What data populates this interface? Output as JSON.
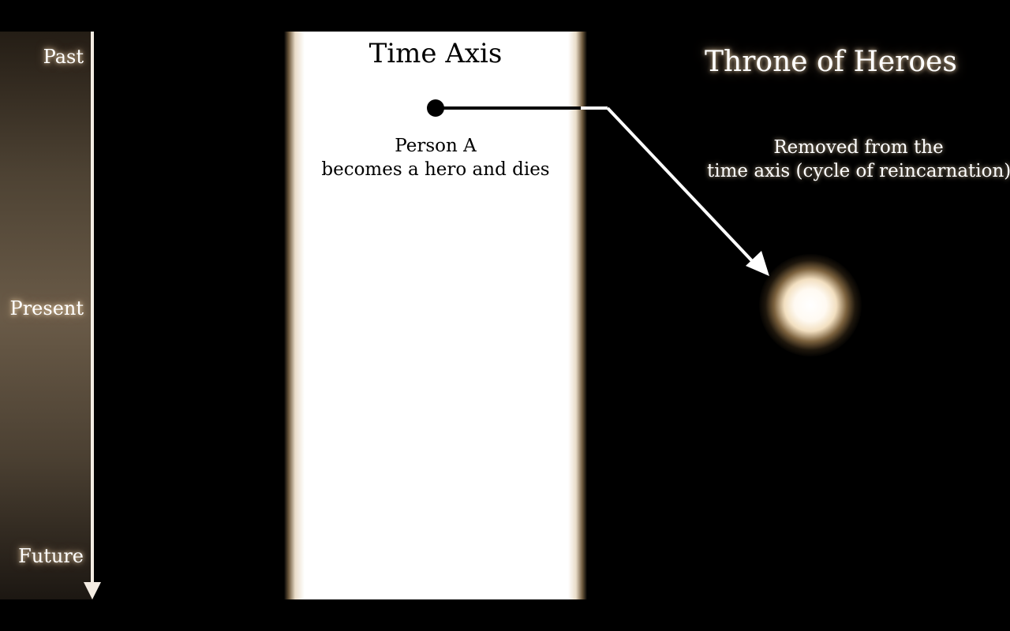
{
  "timeline": {
    "past": "Past",
    "present": "Present",
    "future": "Future"
  },
  "time_axis": {
    "title": "Time Axis",
    "person_line1": "Person A",
    "person_line2": "becomes a hero and dies"
  },
  "throne": {
    "title": "Throne of Heroes",
    "note_line1": "Removed from the",
    "note_line2": "time axis (cycle of reincarnation)"
  },
  "colors": {
    "background": "#000000",
    "band": "#ffffff",
    "glow": "#f2dfc0",
    "timeline_line": "#f3ece2"
  }
}
